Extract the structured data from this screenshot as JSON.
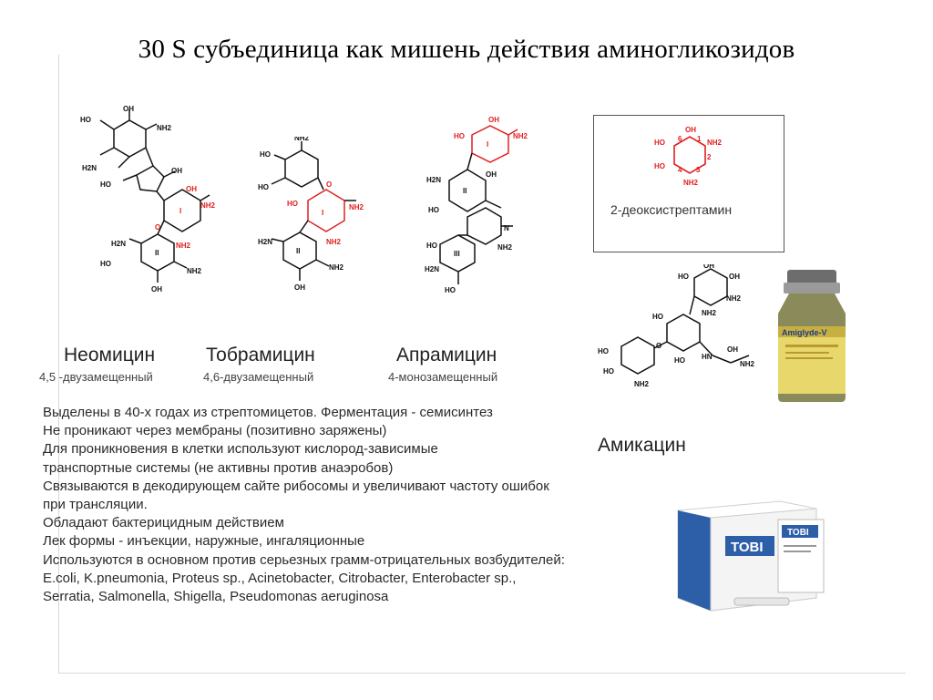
{
  "title": "30 S субъединица как мишень действия аминогликозидов",
  "drugs": {
    "neomycin": {
      "name": "Неомицин",
      "sub": "4,5 -двузамещенный"
    },
    "tobramycin": {
      "name": "Тобрамицин",
      "sub": "4,6-двузамещенный"
    },
    "apramycin": {
      "name": "Апрамицин",
      "sub": "4-монозамещенный"
    },
    "amikacin": {
      "name": "Амикацин"
    }
  },
  "box_label": "2-деоксистрептамин",
  "lines": [
    "Выделены в 40-х годах из стрептомицетов. Ферментация - семисинтез",
    "Не проникают через мембраны (позитивно заряжены)",
    "Для проникновения в клетки используют кислород-зависимые",
    "транспортные системы (не активны против анаэробов)",
    "Связываются в декодирующем сайте рибосомы и увеличивают частоту ошибок",
    "при трансляции.",
    "Обладают бактерицидным действием",
    "Лек формы - инъекции, наружные, ингаляционные",
    "Используются в основном против серьезных грамм-отрицательных возбудителей:",
    "E.coli, K.pneumonia, Proteus sp., Acinetobacter, Citrobacter, Enterobacter sp.,",
    "Serratia, Salmonella, Shigella, Pseudomonas aeruginosa"
  ],
  "product_labels": {
    "bottle_brand": "Amiglyde-V",
    "tobi_brand": "TOBI"
  },
  "colors": {
    "ring_red": "#e02020",
    "ring_black": "#111111",
    "box_border": "#555555"
  }
}
